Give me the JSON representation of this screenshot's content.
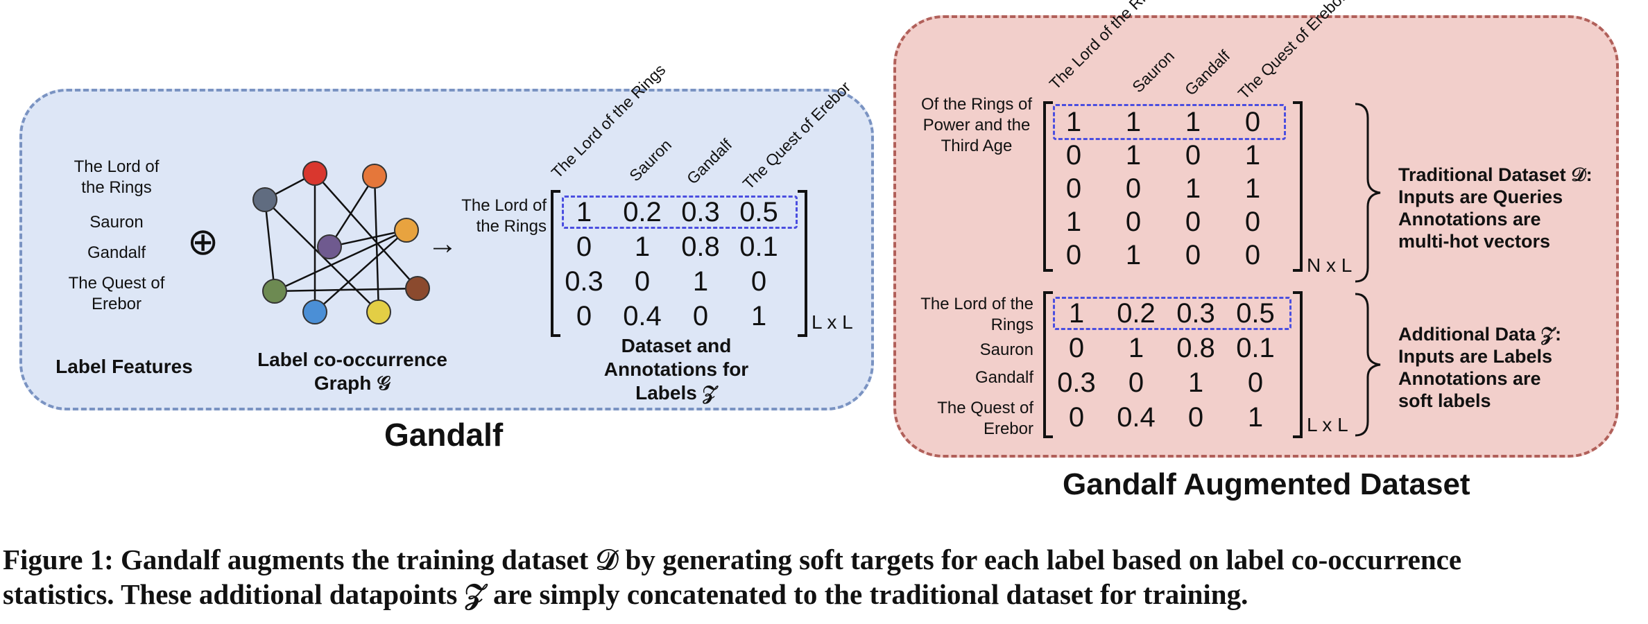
{
  "left_panel": {
    "label_features": [
      "The Lord of the Rings",
      "Sauron",
      "Gandalf",
      "The Quest of Erebor"
    ],
    "label_features_title": "Label Features",
    "oplus": "⊕",
    "graph_caption": "Label co-occurrence Graph 𝒢",
    "arrow": "→",
    "matrix_row_label": "The Lord of the Rings",
    "column_headers": [
      "The Lord of the Rings",
      "Sauron",
      "Gandalf",
      "The Quest of Erebor"
    ],
    "matrix": [
      [
        "1",
        "0.2",
        "0.3",
        "0.5"
      ],
      [
        "0",
        "1",
        "0.8",
        "0.1"
      ],
      [
        "0.3",
        "0",
        "1",
        "0"
      ],
      [
        "0",
        "0.4",
        "0",
        "1"
      ]
    ],
    "dim_label": "L x L",
    "matrix_caption": "Dataset and Annotations for Labels 𝒵",
    "node_colors": [
      "#606c80",
      "#d9372e",
      "#e5773a",
      "#e8a33f",
      "#6f5a8f",
      "#8b4a2e",
      "#6d8a52",
      "#4b8fd6",
      "#e3ce45"
    ]
  },
  "left_title": "Gandalf",
  "right_panel": {
    "column_headers": [
      "The Lord of the Rings",
      "Sauron",
      "Gandalf",
      "The Quest of Erebor"
    ],
    "top_row_label": "Of the Rings of Power and the Third Age",
    "top_matrix": [
      [
        "1",
        "1",
        "1",
        "0"
      ],
      [
        "0",
        "1",
        "0",
        "1"
      ],
      [
        "0",
        "0",
        "1",
        "1"
      ],
      [
        "1",
        "0",
        "0",
        "0"
      ],
      [
        "0",
        "1",
        "0",
        "0"
      ]
    ],
    "top_dim": "N x L",
    "top_brace_text": [
      "Traditional Dataset 𝒟:",
      "Inputs are Queries",
      "Annotations are",
      "multi-hot vectors"
    ],
    "bottom_row_labels": [
      "The Lord of the Rings",
      "Sauron",
      "Gandalf",
      "The Quest of Erebor"
    ],
    "bottom_matrix": [
      [
        "1",
        "0.2",
        "0.3",
        "0.5"
      ],
      [
        "0",
        "1",
        "0.8",
        "0.1"
      ],
      [
        "0.3",
        "0",
        "1",
        "0"
      ],
      [
        "0",
        "0.4",
        "0",
        "1"
      ]
    ],
    "bottom_dim": "L x L",
    "bottom_brace_text": [
      "Additional Data 𝒵:",
      "Inputs are Labels",
      "Annotations are",
      "soft labels"
    ]
  },
  "right_title": "Gandalf Augmented Dataset",
  "caption": {
    "line1": "Figure 1: Gandalf augments the training dataset 𝒟 by generating soft targets for each label based on label co-occurrence",
    "line2": "statistics. These additional datapoints 𝒵 are simply concatenated to the traditional dataset for training."
  }
}
